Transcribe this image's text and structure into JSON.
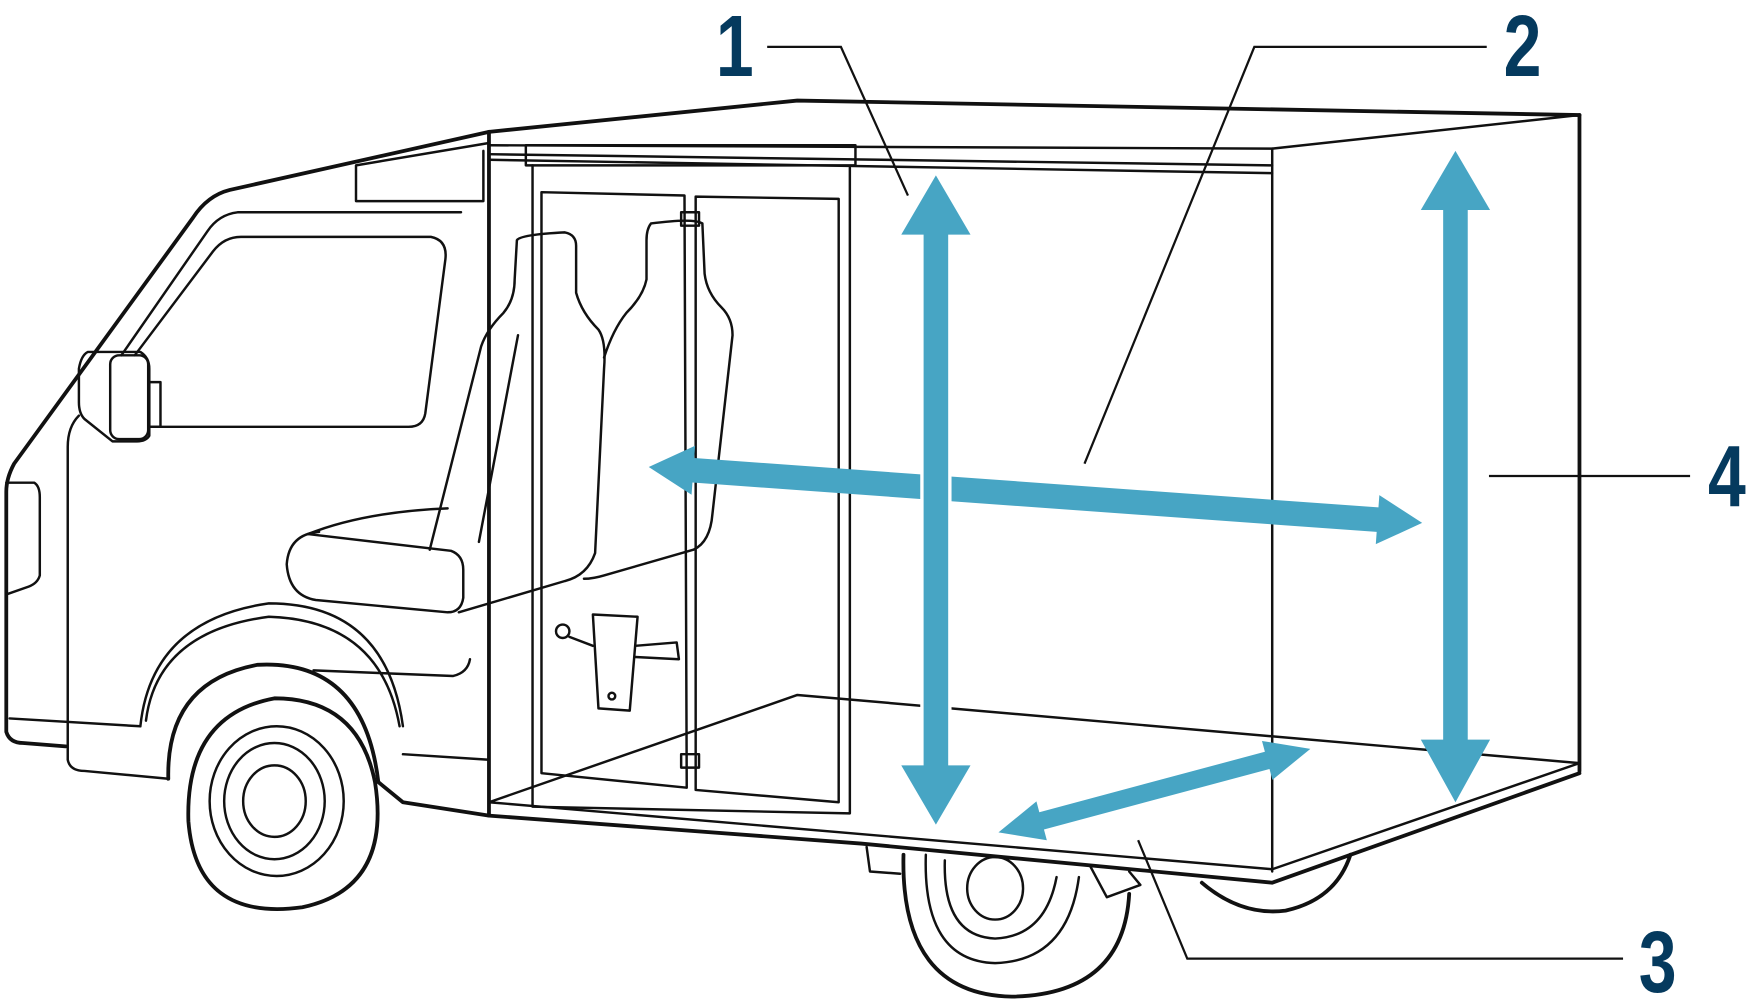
{
  "labels": {
    "one": "1",
    "two": "2",
    "three": "3",
    "four": "4"
  },
  "colors": {
    "arrow": "#47a5c4",
    "label": "#053a5e",
    "outline": "#111111"
  }
}
